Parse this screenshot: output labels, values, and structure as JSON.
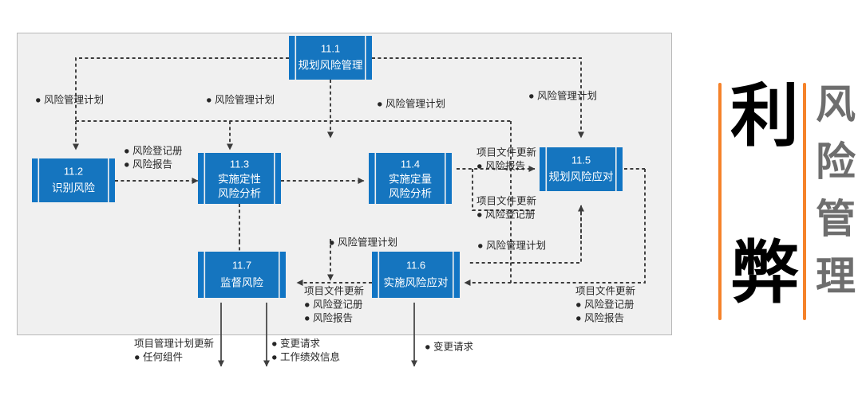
{
  "diagram": {
    "title": "风险管理",
    "canvas_bg": "#f0f0f0",
    "box_color": "#1575bf",
    "accent_color": "#F5822A",
    "nodes": [
      {
        "id": "11.1",
        "num": "11.1",
        "lines": [
          "规划风险管理"
        ]
      },
      {
        "id": "11.2",
        "num": "11.2",
        "lines": [
          "识别风险"
        ]
      },
      {
        "id": "11.3",
        "num": "11.3",
        "lines": [
          "实施定性",
          "风险分析"
        ]
      },
      {
        "id": "11.4",
        "num": "11.4",
        "lines": [
          "实施定量",
          "风险分析"
        ]
      },
      {
        "id": "11.5",
        "num": "11.5",
        "lines": [
          "规划风险应对"
        ]
      },
      {
        "id": "11.6",
        "num": "11.6",
        "lines": [
          "实施风险应对"
        ]
      },
      {
        "id": "11.7",
        "num": "11.7",
        "lines": [
          "监督风险"
        ]
      }
    ],
    "labels": [
      {
        "id": "plan-1",
        "text": "● 风险管理计划"
      },
      {
        "id": "plan-2",
        "text": "● 风险管理计划"
      },
      {
        "id": "plan-3",
        "text": "● 风险管理计划"
      },
      {
        "id": "plan-4",
        "text": "● 风险管理计划"
      },
      {
        "id": "reg-report-1",
        "text": "● 风险登记册"
      },
      {
        "id": "reg-report-2",
        "text": "● 风险报告"
      },
      {
        "id": "docs-update-1",
        "text": "项目文件更新"
      },
      {
        "id": "docs-update-1b",
        "text": "● 风险报告"
      },
      {
        "id": "docs-update-2",
        "text": "项目文件更新"
      },
      {
        "id": "docs-update-2b",
        "text": "● 风险登记册"
      },
      {
        "id": "plan-5",
        "text": "● 风险管理计划"
      },
      {
        "id": "plan-6",
        "text": "● 风险管理计划"
      },
      {
        "id": "docs-update-3",
        "text": "项目文件更新"
      },
      {
        "id": "docs-update-3b",
        "text": "● 风险登记册"
      },
      {
        "id": "docs-update-3c",
        "text": "● 风险报告"
      },
      {
        "id": "docs-update-4",
        "text": "项目文件更新"
      },
      {
        "id": "docs-update-4b",
        "text": "● 风险登记册"
      },
      {
        "id": "docs-update-4c",
        "text": "● 风险报告"
      },
      {
        "id": "pm-plan-update",
        "text": "项目管理计划更新"
      },
      {
        "id": "pm-plan-update-b",
        "text": "● 任何组件"
      },
      {
        "id": "change-req-1",
        "text": "● 变更请求"
      },
      {
        "id": "work-perf",
        "text": "● 工作绩效信息"
      },
      {
        "id": "change-req-2",
        "text": "● 变更请求"
      }
    ]
  },
  "side_panel": {
    "headline": "利",
    "headline2": "弊",
    "column_chars": [
      "风",
      "险",
      "管",
      "理"
    ],
    "bar_color": "#F5822A",
    "column_color": "#6e6e6e",
    "headline_color": "#000000"
  }
}
